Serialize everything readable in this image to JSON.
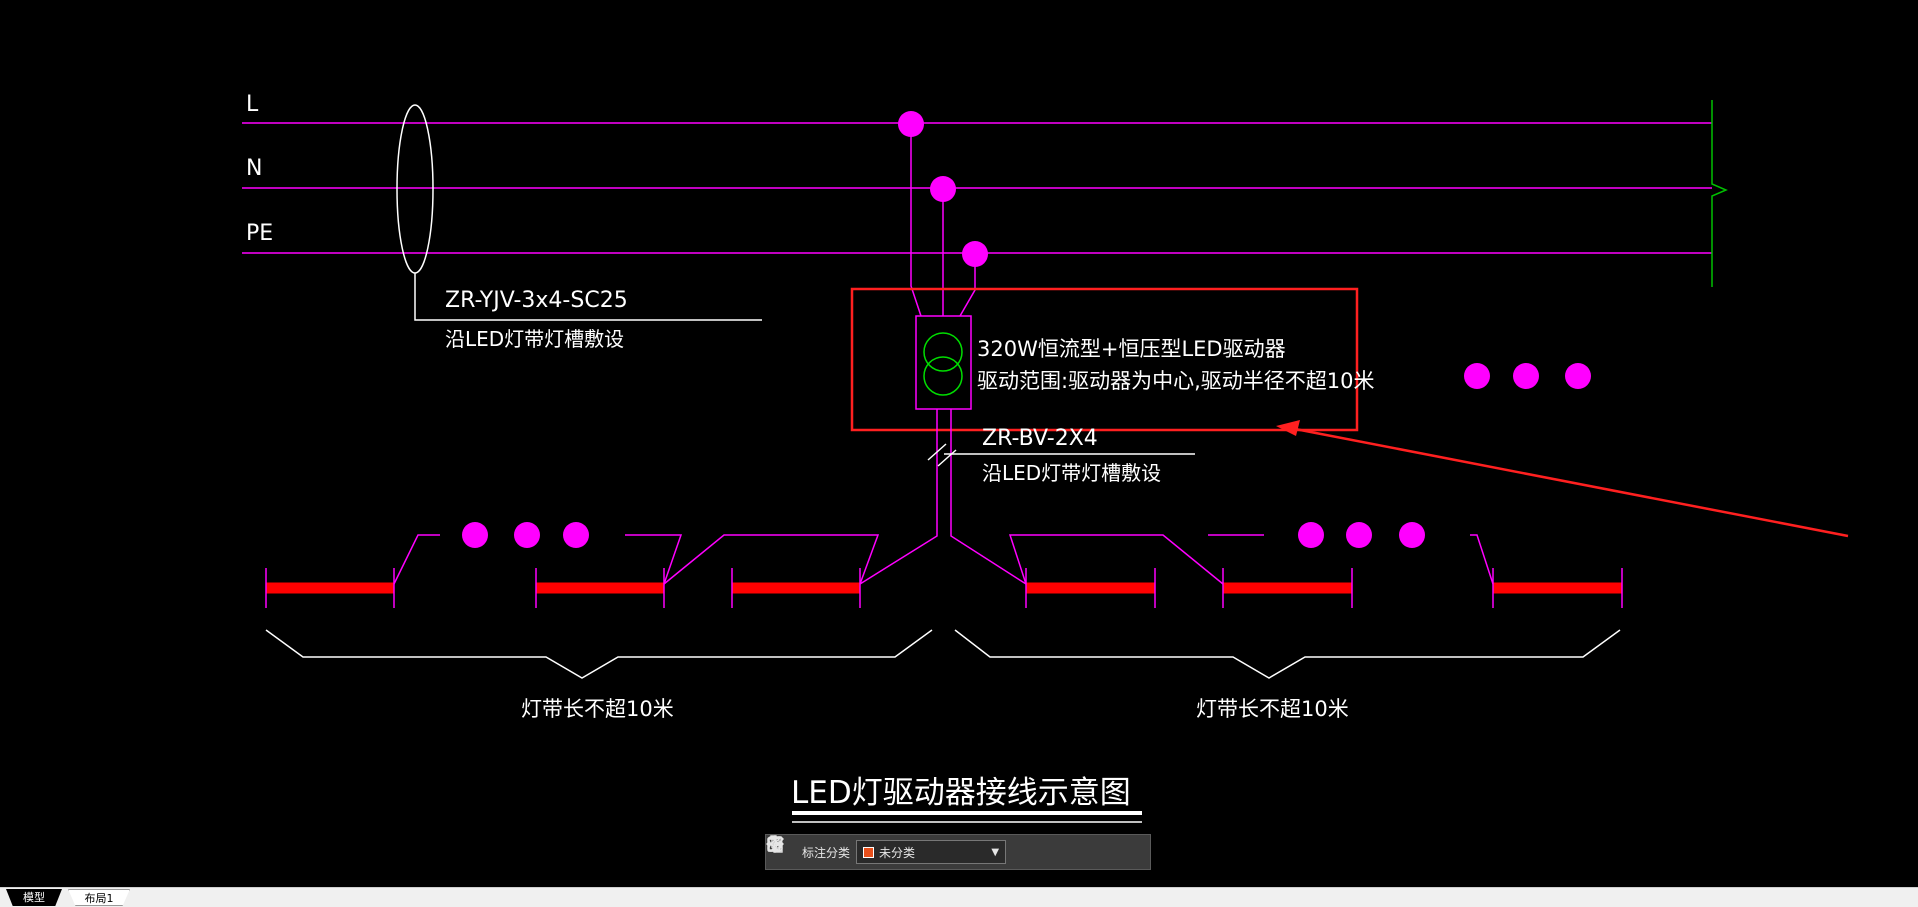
{
  "drawing": {
    "bus_labels": [
      "L",
      "N",
      "PE"
    ],
    "feeder_cable": "ZR-YJV-3x4-SC25",
    "feeder_laying": "沿LED灯带灯槽敷设",
    "driver_spec": "320W恒流型+恒压型LED驱动器",
    "driver_range": "驱动范围:驱动器为中心,驱动半径不超10米",
    "branch_cable": "ZR-BV-2X4",
    "branch_laying": "沿LED灯带灯槽敷设",
    "strip_length_left": "灯带长不超10米",
    "strip_length_right": "灯带长不超10米",
    "title": "LED灯驱动器接线示意图"
  },
  "toolbar": {
    "label": "标注分类",
    "category_value": "未分类",
    "category_color": "#e8501c",
    "icons": [
      "grid-icon",
      "edit-icon",
      "move-icon",
      "copy-icon",
      "paste-icon"
    ]
  },
  "tabs": [
    {
      "label": "模型",
      "active": true
    },
    {
      "label": "布局1",
      "active": false
    }
  ],
  "colors": {
    "background": "#000000",
    "bus_line": "#ff00ff",
    "strip": "#ff0000",
    "annotation_box": "#ff2020",
    "transformer": "#00dd00",
    "break_line": "#00c000",
    "text": "#ffffff"
  }
}
